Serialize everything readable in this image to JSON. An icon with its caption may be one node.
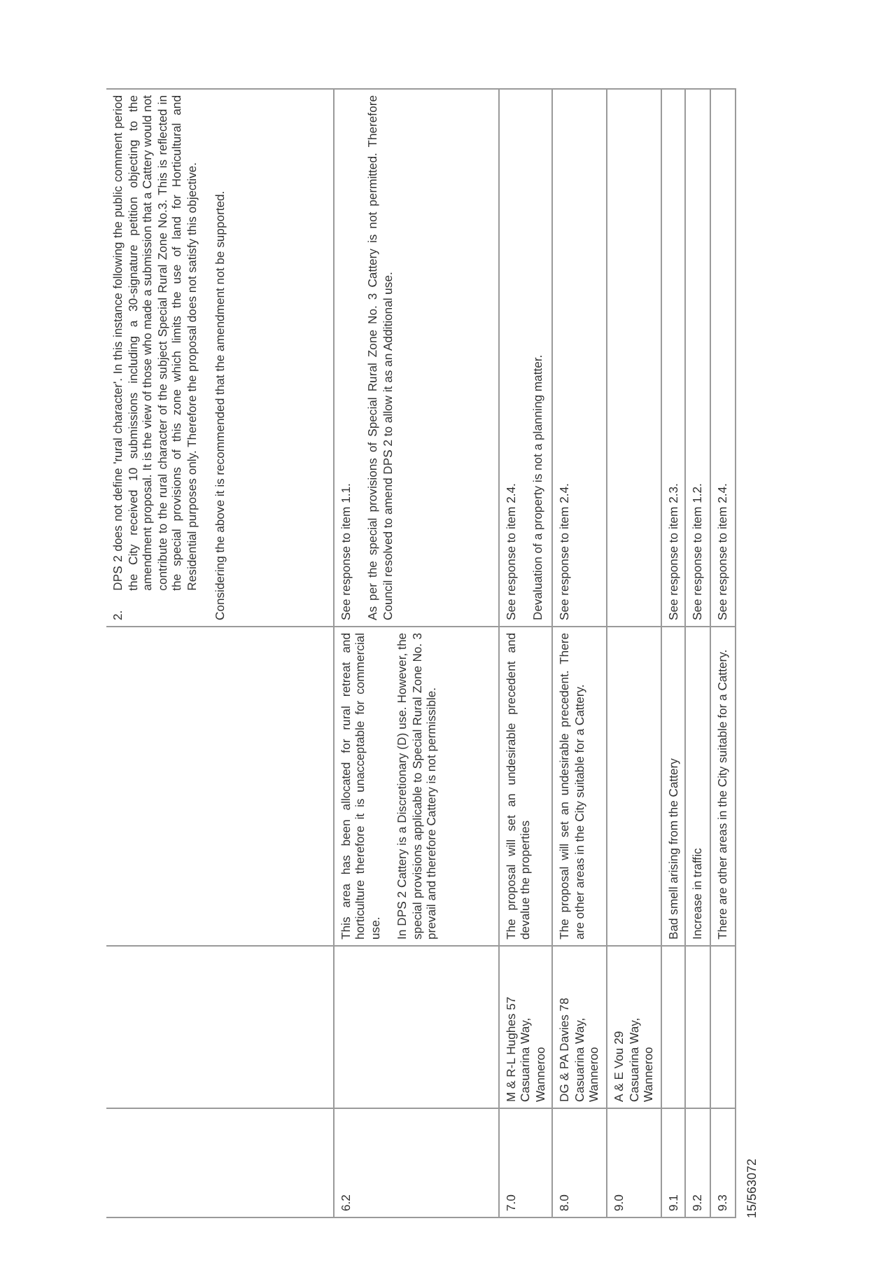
{
  "diagram": {
    "labels": [
      "2.",
      "DPS 2 does not define 'rural character'. In this instance following the public comment period the City received 10 submissions including a 30-signature petition objecting to the amendment proposal. It is the view of those who made a submission that a Cattery would not contribute to the rural character of the subject Special Rural Zone No.3. This is reflected in the special provisions of this zone which limits the use of land for Horticultural and Residential purposes only. Therefore the proposal does not satisfy this objective.",
      "Considering the above it is recommended that the amendment not be supported.",
      "6.2",
      "This area has been allocated for rural retreat and horticulture therefore it is unacceptable for commercial use.",
      "See response to item 1.1.",
      "In DPS 2 Cattery is a Discretionary (D) use. However, the special provisions applicable to Special Rural Zone No. 3 prevail and therefore Cattery is not permissible.",
      "As per the special provisions of Special Rural Zone No. 3 Cattery is not permitted. Therefore Council resolved to amend DPS 2 to allow it as an Additional use.",
      "7.0",
      "M & R-L Hughes 57 Casuarina Way, Wanneroo",
      "The proposal will set an undesirable precedent and devalue the properties",
      "See response to item 2.4.",
      "Devaluation of a property is not a planning matter.",
      "8.0",
      "DG & PA Davies 78 Casuarina Way, Wanneroo",
      "The proposal will set an undesirable precedent. There are other areas in the City suitable for a Cattery.",
      "See response to item 2.4.",
      "9.0",
      "A & E Vou 29 Casuarina Way, Wanneroo",
      "9.1",
      "Bad smell arising from the Cattery",
      "See response to item 2.3.",
      "9.2",
      "Increase in traffic",
      "See response to item 1.2.",
      "9.3",
      "There are other areas in the City suitable for a Cattery.",
      "See response to item 2.4.",
      "15/563072"
    ]
  }
}
